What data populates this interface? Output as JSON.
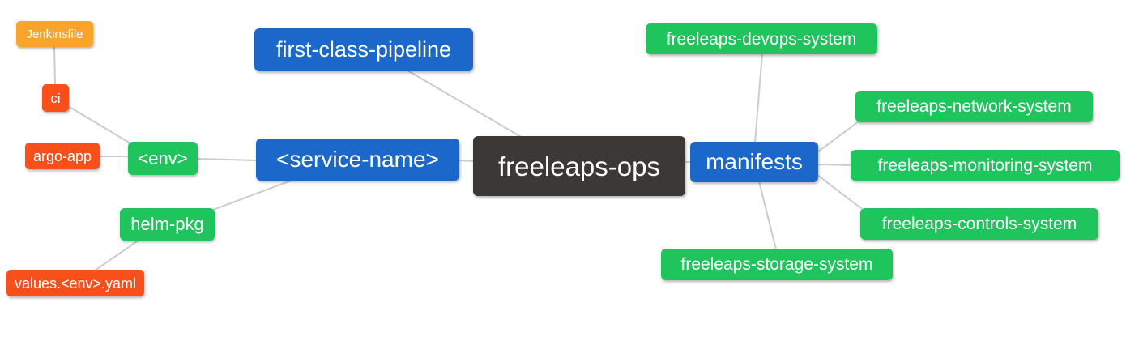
{
  "diagram": {
    "type": "mindmap",
    "root": "freeleaps-ops",
    "nodes": {
      "jenkinsfile": {
        "label": "Jenkinsfile",
        "color": "#F9A42B"
      },
      "ci": {
        "label": "ci",
        "color": "#F94F1B"
      },
      "argo_app": {
        "label": "argo-app",
        "color": "#F94F1B"
      },
      "env": {
        "label": "<env>",
        "color": "#1FC45C"
      },
      "helm_pkg": {
        "label": "helm-pkg",
        "color": "#1FC45C"
      },
      "values_yaml": {
        "label": "values.<env>.yaml",
        "color": "#F94F1B"
      },
      "pipeline": {
        "label": "first-class-pipeline",
        "color": "#1B68CA"
      },
      "service_name": {
        "label": "<service-name>",
        "color": "#1B68CA"
      },
      "freeleaps_ops": {
        "label": "freeleaps-ops",
        "color": "#3C3836"
      },
      "manifests": {
        "label": "manifests",
        "color": "#1B68CA"
      },
      "devops": {
        "label": "freeleaps-devops-system",
        "color": "#1FC45C"
      },
      "network": {
        "label": "freeleaps-network-system",
        "color": "#1FC45C"
      },
      "monitoring": {
        "label": "freeleaps-monitoring-system",
        "color": "#1FC45C"
      },
      "controls": {
        "label": "freeleaps-controls-system",
        "color": "#1FC45C"
      },
      "storage": {
        "label": "freeleaps-storage-system",
        "color": "#1FC45C"
      }
    },
    "edges": [
      [
        "Jenkinsfile",
        "ci"
      ],
      [
        "ci",
        "<env>"
      ],
      [
        "argo-app",
        "<env>"
      ],
      [
        "<env>",
        "<service-name>"
      ],
      [
        "helm-pkg",
        "<service-name>"
      ],
      [
        "values.<env>.yaml",
        "helm-pkg"
      ],
      [
        "first-class-pipeline",
        "freeleaps-ops"
      ],
      [
        "<service-name>",
        "freeleaps-ops"
      ],
      [
        "freeleaps-ops",
        "manifests"
      ],
      [
        "manifests",
        "freeleaps-devops-system"
      ],
      [
        "manifests",
        "freeleaps-network-system"
      ],
      [
        "manifests",
        "freeleaps-monitoring-system"
      ],
      [
        "manifests",
        "freeleaps-controls-system"
      ],
      [
        "manifests",
        "freeleaps-storage-system"
      ]
    ],
    "edge_color": "#CCCCCC",
    "background": "#FFFFFF",
    "text_color": "#FFFFFF"
  }
}
